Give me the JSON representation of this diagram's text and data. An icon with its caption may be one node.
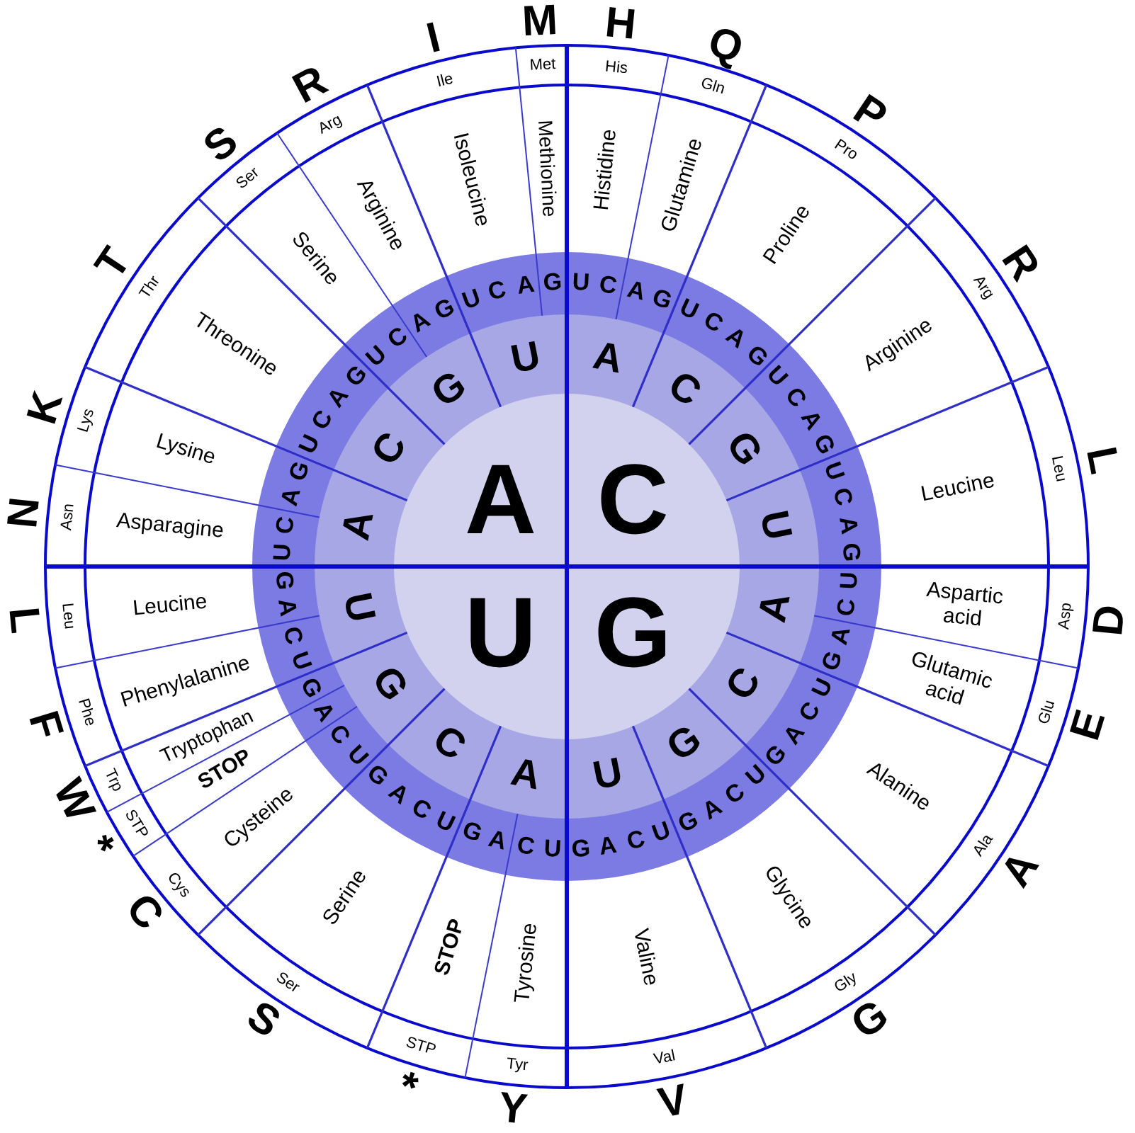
{
  "diagram": {
    "labels": [
      "A",
      "C",
      "U",
      "G",
      "A",
      "C",
      "G",
      "U",
      "A",
      "C",
      "G",
      "U",
      "A",
      "C",
      "G",
      "U",
      "A",
      "C",
      "G",
      "U",
      "U",
      "C",
      "A",
      "G",
      "U",
      "C",
      "A",
      "G",
      "U",
      "C",
      "A",
      "G",
      "U",
      "C",
      "A",
      "G",
      "U",
      "C",
      "A",
      "G",
      "U",
      "C",
      "A",
      "G",
      "U",
      "C",
      "A",
      "G",
      "U",
      "C",
      "A",
      "G",
      "U",
      "C",
      "A",
      "G",
      "U",
      "C",
      "A",
      "G",
      "U",
      "C",
      "A",
      "G",
      "U",
      "C",
      "A",
      "G",
      "U",
      "C",
      "A",
      "G",
      "U",
      "C",
      "A",
      "G",
      "U",
      "C",
      "A",
      "G",
      "U",
      "C",
      "A",
      "G",
      "Histidine",
      "Glutamine",
      "Proline",
      "Arginine",
      "Leucine",
      "Aspartic acid",
      "Glutamic acid",
      "Alanine",
      "Glycine",
      "Valine",
      "Tyrosine",
      "STOP",
      "Serine",
      "Cysteine",
      "STOP",
      "Tryptophan",
      "Phenylalanine",
      "Leucine",
      "Asparagine",
      "Lysine",
      "Threonine",
      "Serine",
      "Arginine",
      "Isoleucine",
      "Methionine",
      "His",
      "Gln",
      "Pro",
      "Arg",
      "Leu",
      "Asp",
      "Glu",
      "Ala",
      "Gly",
      "Val",
      "Tyr",
      "STP",
      "Ser",
      "Cys",
      "STP",
      "Trp",
      "Phe",
      "Leu",
      "Asn",
      "Lys",
      "Thr",
      "Ser",
      "Arg",
      "Ile",
      "Met",
      "H",
      "Q",
      "P",
      "R",
      "L",
      "D",
      "E",
      "A",
      "G",
      "V",
      "Y",
      "*",
      "S",
      "C",
      "*",
      "W",
      "F",
      "L",
      "N",
      "K",
      "T",
      "S",
      "R",
      "I",
      "M"
    ]
  }
}
